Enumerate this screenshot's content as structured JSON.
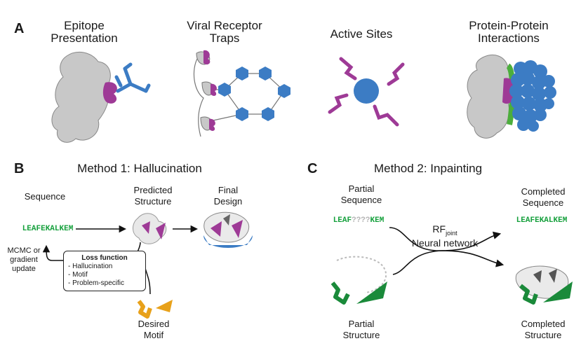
{
  "panel_a": {
    "label": "A",
    "titles": {
      "epitope": [
        "Epitope",
        "Presentation"
      ],
      "receptor": [
        "Viral Receptor",
        "Traps"
      ],
      "active": "Active Sites",
      "ppi": [
        "Protein-Protein",
        "Interactions"
      ]
    }
  },
  "panel_b": {
    "label": "B",
    "heading": "Method 1: Hallucination",
    "sequence_label": "Sequence",
    "sequence": "LEAFEKALKEM",
    "predicted": [
      "Predicted",
      "Structure"
    ],
    "final": [
      "Final",
      "Design"
    ],
    "mcmc": [
      "MCMC or",
      "gradient",
      "update"
    ],
    "loss_title": "Loss function",
    "loss_items": [
      "- Hallucination",
      "- Motif",
      "- Problem-specific"
    ],
    "motif": [
      "Desired",
      "Motif"
    ]
  },
  "panel_c": {
    "label": "C",
    "heading": "Method 2: Inpainting",
    "partial_seq_label": [
      "Partial",
      "Sequence"
    ],
    "partial_seq_a": "LEAF",
    "partial_seq_mask": "????",
    "partial_seq_b": "KEM",
    "rf": "RF",
    "rf_sub": "joint",
    "nn": "Neural network",
    "completed_seq_label": [
      "Completed",
      "Sequence"
    ],
    "completed_seq": "LEAFEKALKEM",
    "partial_struct": [
      "Partial",
      "Structure"
    ],
    "completed_struct": [
      "Completed",
      "Structure"
    ]
  },
  "colors": {
    "protein_gray": "#c8c8c8",
    "magenta": "#9e3a96",
    "blue": "#3c7cc4",
    "green": "#1a8a3a",
    "orange": "#e8a11a",
    "seq_green": "#15a03c"
  }
}
